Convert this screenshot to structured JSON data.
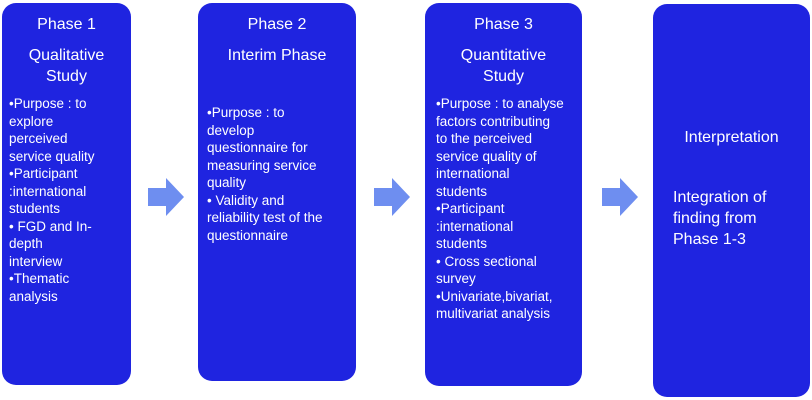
{
  "colors": {
    "box": "#1f24e0",
    "arrow": "#6e8ef0",
    "text": "#ffffff"
  },
  "phase1": {
    "header": "Phase 1",
    "title_line1": "Qualitative",
    "title_line2": "Study",
    "bullets": [
      "•Purpose : to",
      "explore",
      "perceived",
      "service quality",
      "•Participant",
      ":international",
      "students",
      "• FGD and In-",
      "depth",
      "interview",
      "•Thematic",
      "analysis"
    ]
  },
  "phase2": {
    "header": "Phase 2",
    "title": "Interim Phase",
    "bullets": [
      "•Purpose : to",
      "develop",
      "questionnaire for",
      "measuring service",
      "quality",
      "• Validity and",
      "reliability test of the",
      "questionnaire"
    ]
  },
  "phase3": {
    "header": "Phase 3",
    "title_line1": "Quantitative",
    "title_line2": "Study",
    "bullets": [
      "•Purpose : to analyse",
      "factors contributing",
      "to the perceived",
      "service quality of",
      "international",
      "students",
      "•Participant",
      ":international",
      "students",
      "• Cross sectional",
      "survey",
      "•Univariate,bivariat,",
      "multivariat analysis"
    ]
  },
  "phase4": {
    "title": "Interpretation",
    "lines": [
      "Integration of",
      "finding from",
      "Phase 1-3"
    ]
  }
}
